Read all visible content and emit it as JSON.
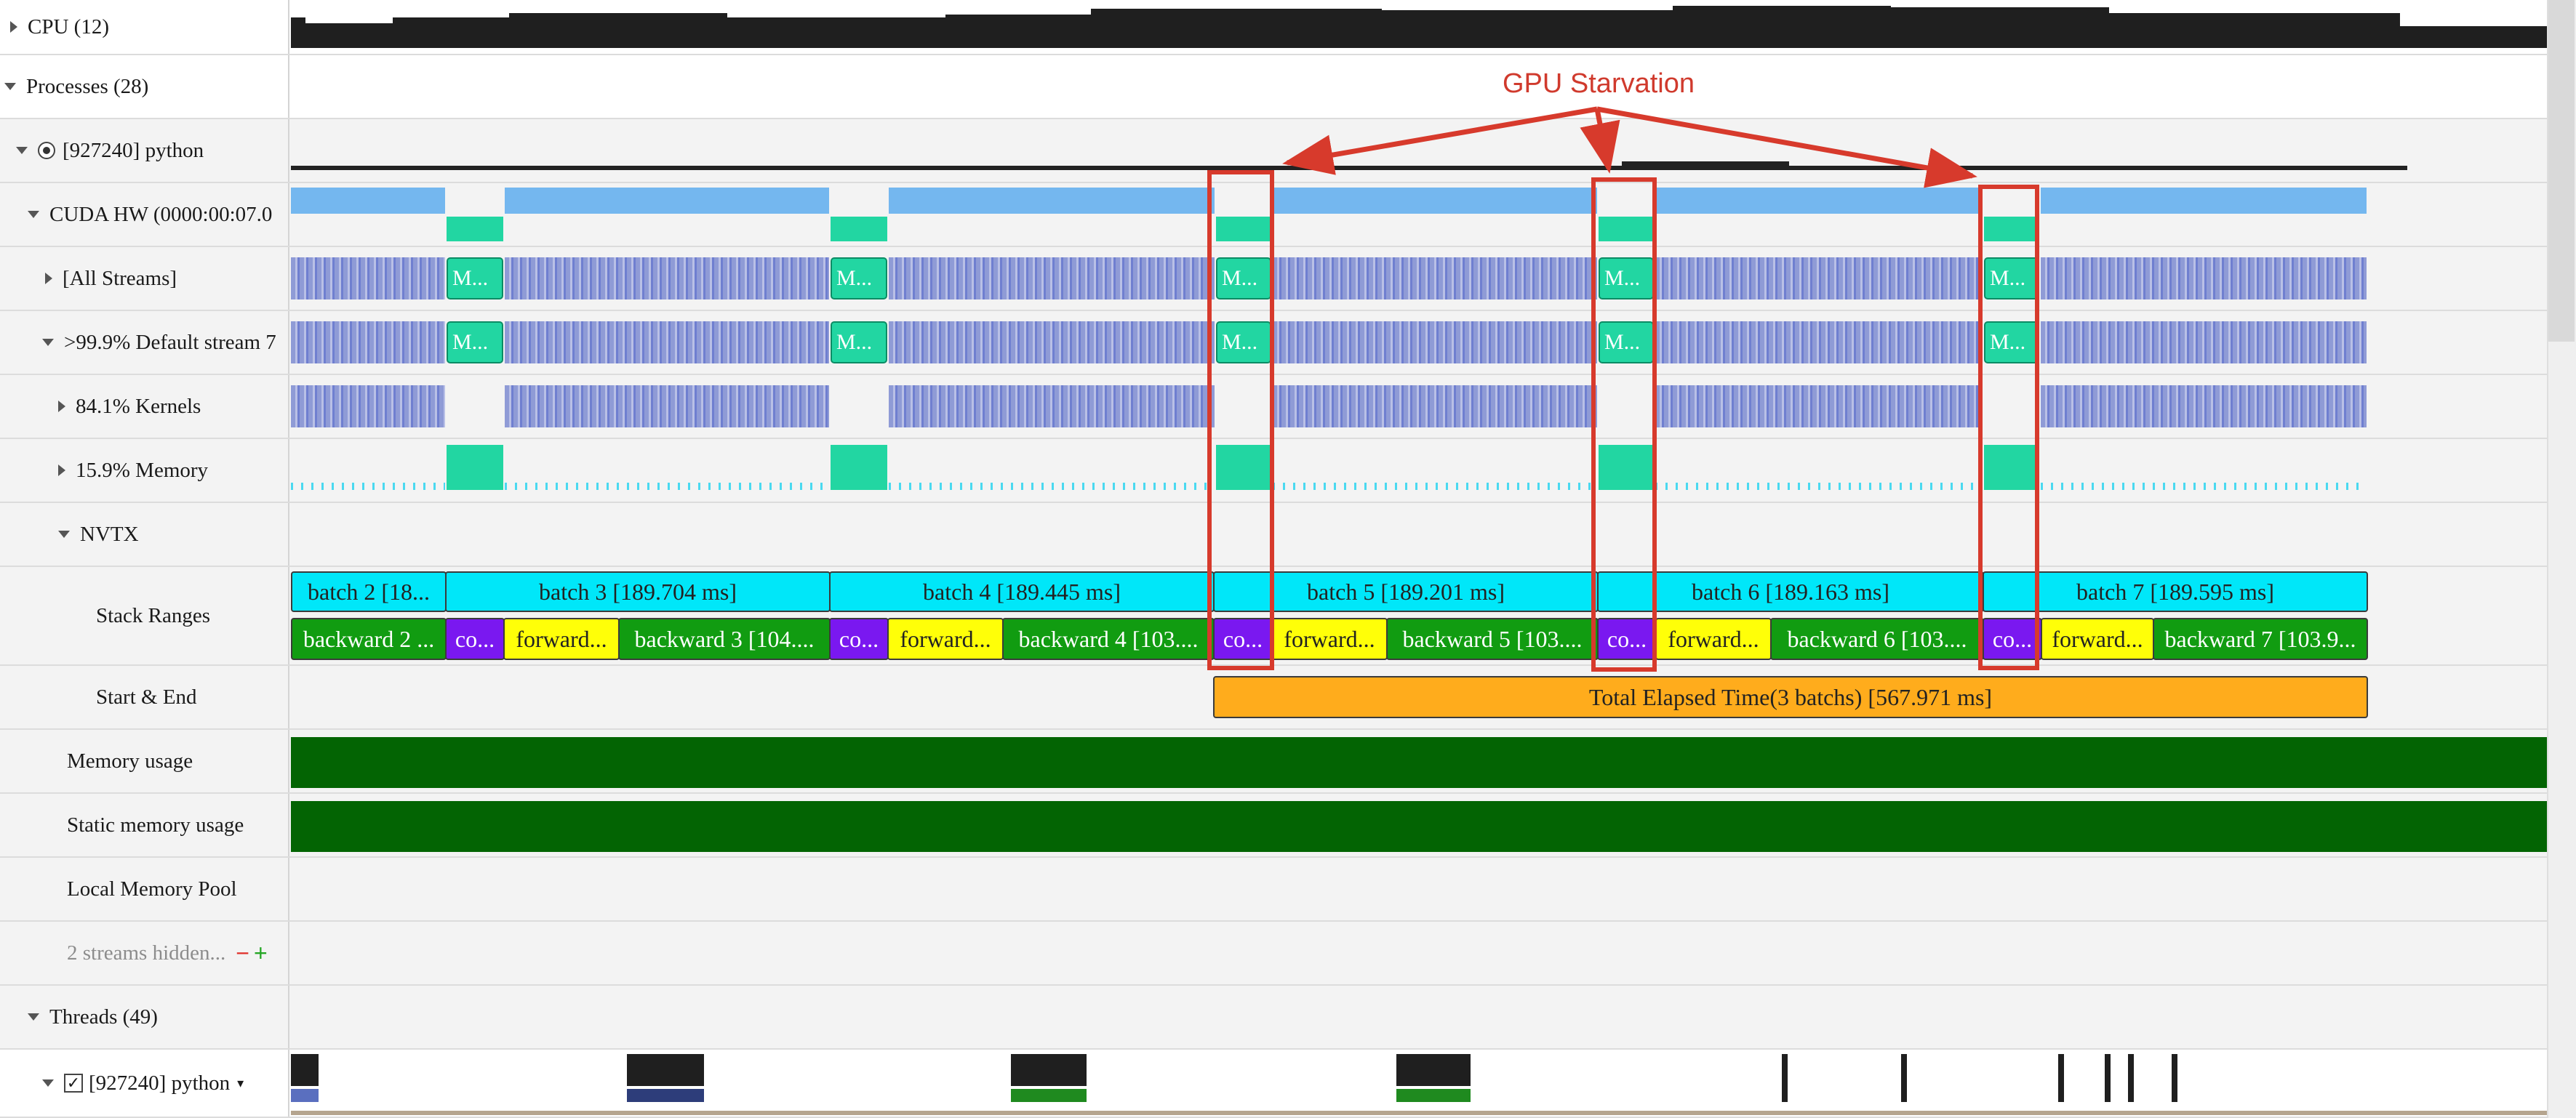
{
  "rows": {
    "cpu": "CPU (12)",
    "processes": "Processes (28)",
    "python_process": "[927240] python",
    "cuda_hw": "CUDA HW (0000:00:07.0",
    "all_streams": "[All Streams]",
    "default_stream": ">99.9% Default stream 7",
    "kernels": "84.1% Kernels",
    "memory": "15.9% Memory",
    "nvtx": "NVTX",
    "stack_ranges": "Stack Ranges",
    "start_end": "Start & End",
    "memory_usage": "Memory usage",
    "static_memory_usage": "Static memory usage",
    "local_memory_pool": "Local Memory Pool",
    "streams_hidden": "2 streams hidden...",
    "threads": "Threads (49)",
    "python_thread": "[927240] python"
  },
  "stream_chip_label": "M...",
  "nvtx_batches": [
    {
      "label": "batch 2 [18..."
    },
    {
      "label": "batch 3 [189.704 ms]"
    },
    {
      "label": "batch 4 [189.445 ms]"
    },
    {
      "label": "batch 5 [189.201 ms]"
    },
    {
      "label": "batch 6 [189.163 ms]"
    },
    {
      "label": "batch 7 [189.595 ms]"
    }
  ],
  "nvtx_subranges": [
    {
      "kind": "bwd",
      "label": "backward 2 ..."
    },
    {
      "kind": "co",
      "label": "co..."
    },
    {
      "kind": "fwd",
      "label": "forward..."
    },
    {
      "kind": "bwd",
      "label": "backward 3 [104...."
    },
    {
      "kind": "co",
      "label": "co..."
    },
    {
      "kind": "fwd",
      "label": "forward..."
    },
    {
      "kind": "bwd",
      "label": "backward 4 [103...."
    },
    {
      "kind": "co",
      "label": "co..."
    },
    {
      "kind": "fwd",
      "label": "forward..."
    },
    {
      "kind": "bwd",
      "label": "backward 5 [103...."
    },
    {
      "kind": "co",
      "label": "co..."
    },
    {
      "kind": "fwd",
      "label": "forward..."
    },
    {
      "kind": "bwd",
      "label": "backward 6 [103...."
    },
    {
      "kind": "co",
      "label": "co..."
    },
    {
      "kind": "fwd",
      "label": "forward..."
    },
    {
      "kind": "bwd",
      "label": "backward 7 [103.9..."
    }
  ],
  "total_elapsed": "Total Elapsed Time(3 batchs) [567.971 ms]",
  "annotation": "GPU Starvation",
  "colors": {
    "cuda_hw": "#74b7ef",
    "memory_chip": "#22d6a2",
    "kernel_stripe": "#8f9bd6",
    "memory_usage": "#036403",
    "annotation_red": "#d73a2c"
  }
}
